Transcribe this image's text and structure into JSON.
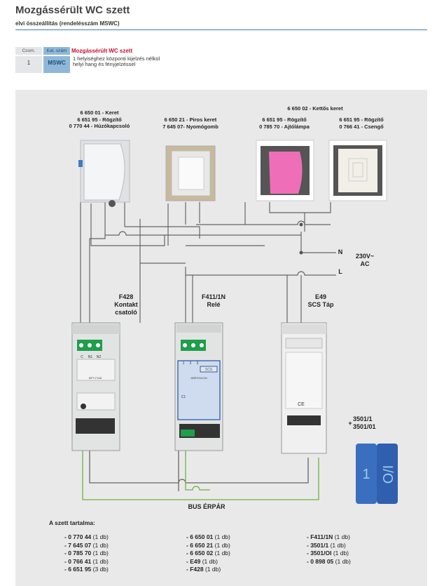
{
  "header": {
    "title": "Mozgássérült WC szett",
    "subtitle": "elvi összeállítás (rendelésszám MSWC)"
  },
  "table": {
    "col1_header": "Csom.",
    "col2_header": "Kat. szám",
    "col3_header": "Mozgássérült WC szett",
    "qty": "1",
    "code": "MSWC",
    "desc_line1": "1 helyiséghez központi kijelzés nélkül",
    "desc_line2": "helyi hang és fényjelzéssel"
  },
  "devices": {
    "pull_switch": {
      "line1": "6 650 01 - Keret",
      "line2": "6 651 95 - Rögzítő",
      "line3": "0 770 44 - Húzókapcsoló"
    },
    "push_button": {
      "line1": "6 650 21 - Piros keret",
      "line2": "7 645 07- Nyomógomb"
    },
    "double_frame": "6 650 02 - Kettős keret",
    "door_lamp": {
      "line1": "6 651 95 - Rögzítő",
      "line2": "0 785 70 - Ajtólámpa"
    },
    "bell": {
      "line1": "6 651 95 - Rögzítő",
      "line2": "0 766 41 - Csengő"
    }
  },
  "modules": {
    "f428": {
      "line1": "F428",
      "line2": "Kontakt",
      "line3": "csatoló",
      "face_label": "MFT-F428",
      "term_c": "C",
      "term_n1": "N1",
      "term_n2": "N2"
    },
    "f411": {
      "line1": "F411/1N",
      "line2": "Relé",
      "face_label": "AREF411/1N",
      "brand": "SCS",
      "term_1": "1",
      "term_2": "2",
      "term_3": "3",
      "term_c1": "C1"
    },
    "e49": {
      "line1": "E49",
      "line2": "SCS Táp",
      "mark": "CE"
    },
    "keys": {
      "line1": "3501/1",
      "line2": "3501/01",
      "plus": "+",
      "key1": "1",
      "key2": "I/O"
    }
  },
  "power": {
    "n": "N",
    "l": "L",
    "voltage": "230V~",
    "ac": "AC"
  },
  "bus_label": "BUS ÉRPÁR",
  "contents": {
    "heading": "A szett tartalma:",
    "col1": [
      {
        "code": "- 0 770 44",
        "qty": "(1 db)"
      },
      {
        "code": "- 7 645 07",
        "qty": "(1 db)"
      },
      {
        "code": "- 0 785 70",
        "qty": "(1 db)"
      },
      {
        "code": "- 0 766 41",
        "qty": "(1 db)"
      },
      {
        "code": "- 6 651 95",
        "qty": "(3 db)"
      }
    ],
    "col2": [
      {
        "code": "- 6 650 01",
        "qty": "(1 db)"
      },
      {
        "code": "- 6 650 21",
        "qty": "(1 db)"
      },
      {
        "code": "- 6 650 02",
        "qty": "(1 db)"
      },
      {
        "code": "- E49",
        "qty": "(1 db)"
      },
      {
        "code": "- F428",
        "qty": "(1 db)"
      }
    ],
    "col3": [
      {
        "code": "- F411/1N",
        "qty": "(1 db)"
      },
      {
        "code": "- 3501/1",
        "qty": "(1 db)"
      },
      {
        "code": "- 3501/OI",
        "qty": "(1 db)"
      },
      {
        "code": "- 0 898 05",
        "qty": "(1 db)"
      }
    ]
  },
  "colors": {
    "accent_blue": "#3a7fc0",
    "title_red": "#c8102e",
    "bus_green": "#6cb33f",
    "wire_gray": "#666666",
    "terminal_green": "#1f9e4b",
    "pink_lamp": "#ee6fb8"
  }
}
